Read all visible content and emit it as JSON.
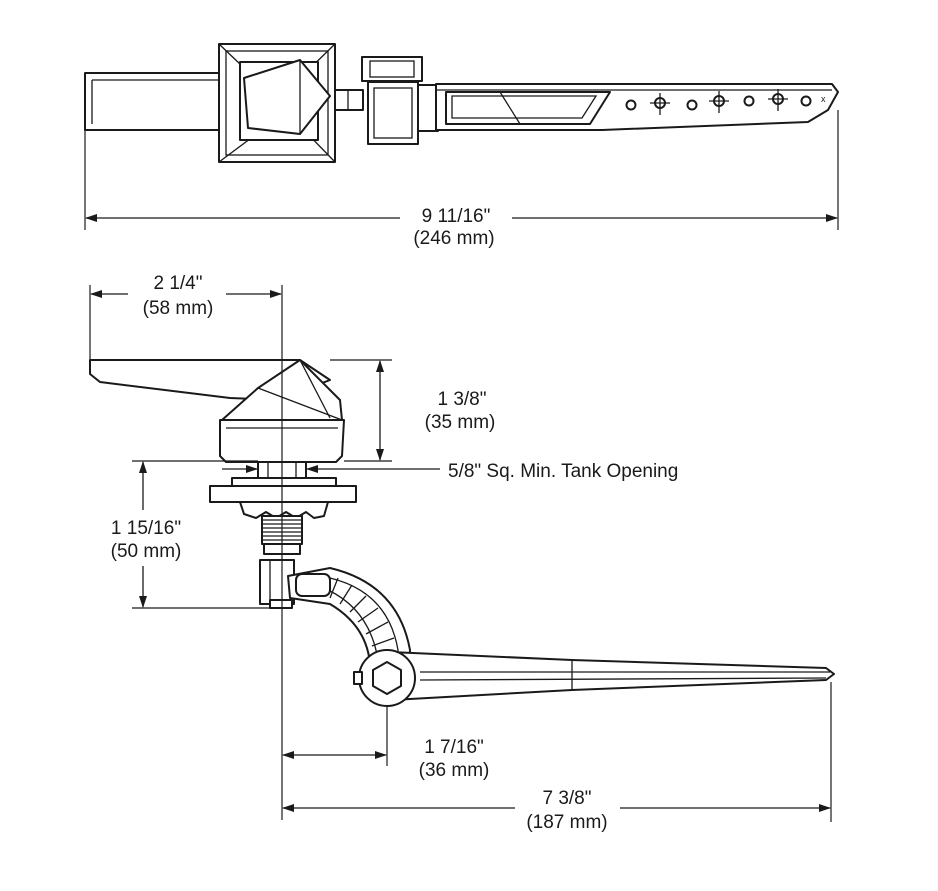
{
  "colors": {
    "line": "#1a1a1a",
    "background": "#ffffff"
  },
  "dimensions": {
    "overall_length": {
      "imperial": "9 11/16\"",
      "metric": "(246 mm)"
    },
    "handle_offset": {
      "imperial": "2 1/4\"",
      "metric": "(58 mm)"
    },
    "handle_height": {
      "imperial": "1 3/8\"",
      "metric": "(35 mm)"
    },
    "tank_opening": {
      "label": "5/8\" Sq. Min. Tank Opening"
    },
    "shank_length": {
      "imperial": "1 15/16\"",
      "metric": "(50 mm)"
    },
    "arm_offset": {
      "imperial": "1 7/16\"",
      "metric": "(36 mm)"
    },
    "arm_length": {
      "imperial": "7 3/8\"",
      "metric": "(187 mm)"
    }
  }
}
